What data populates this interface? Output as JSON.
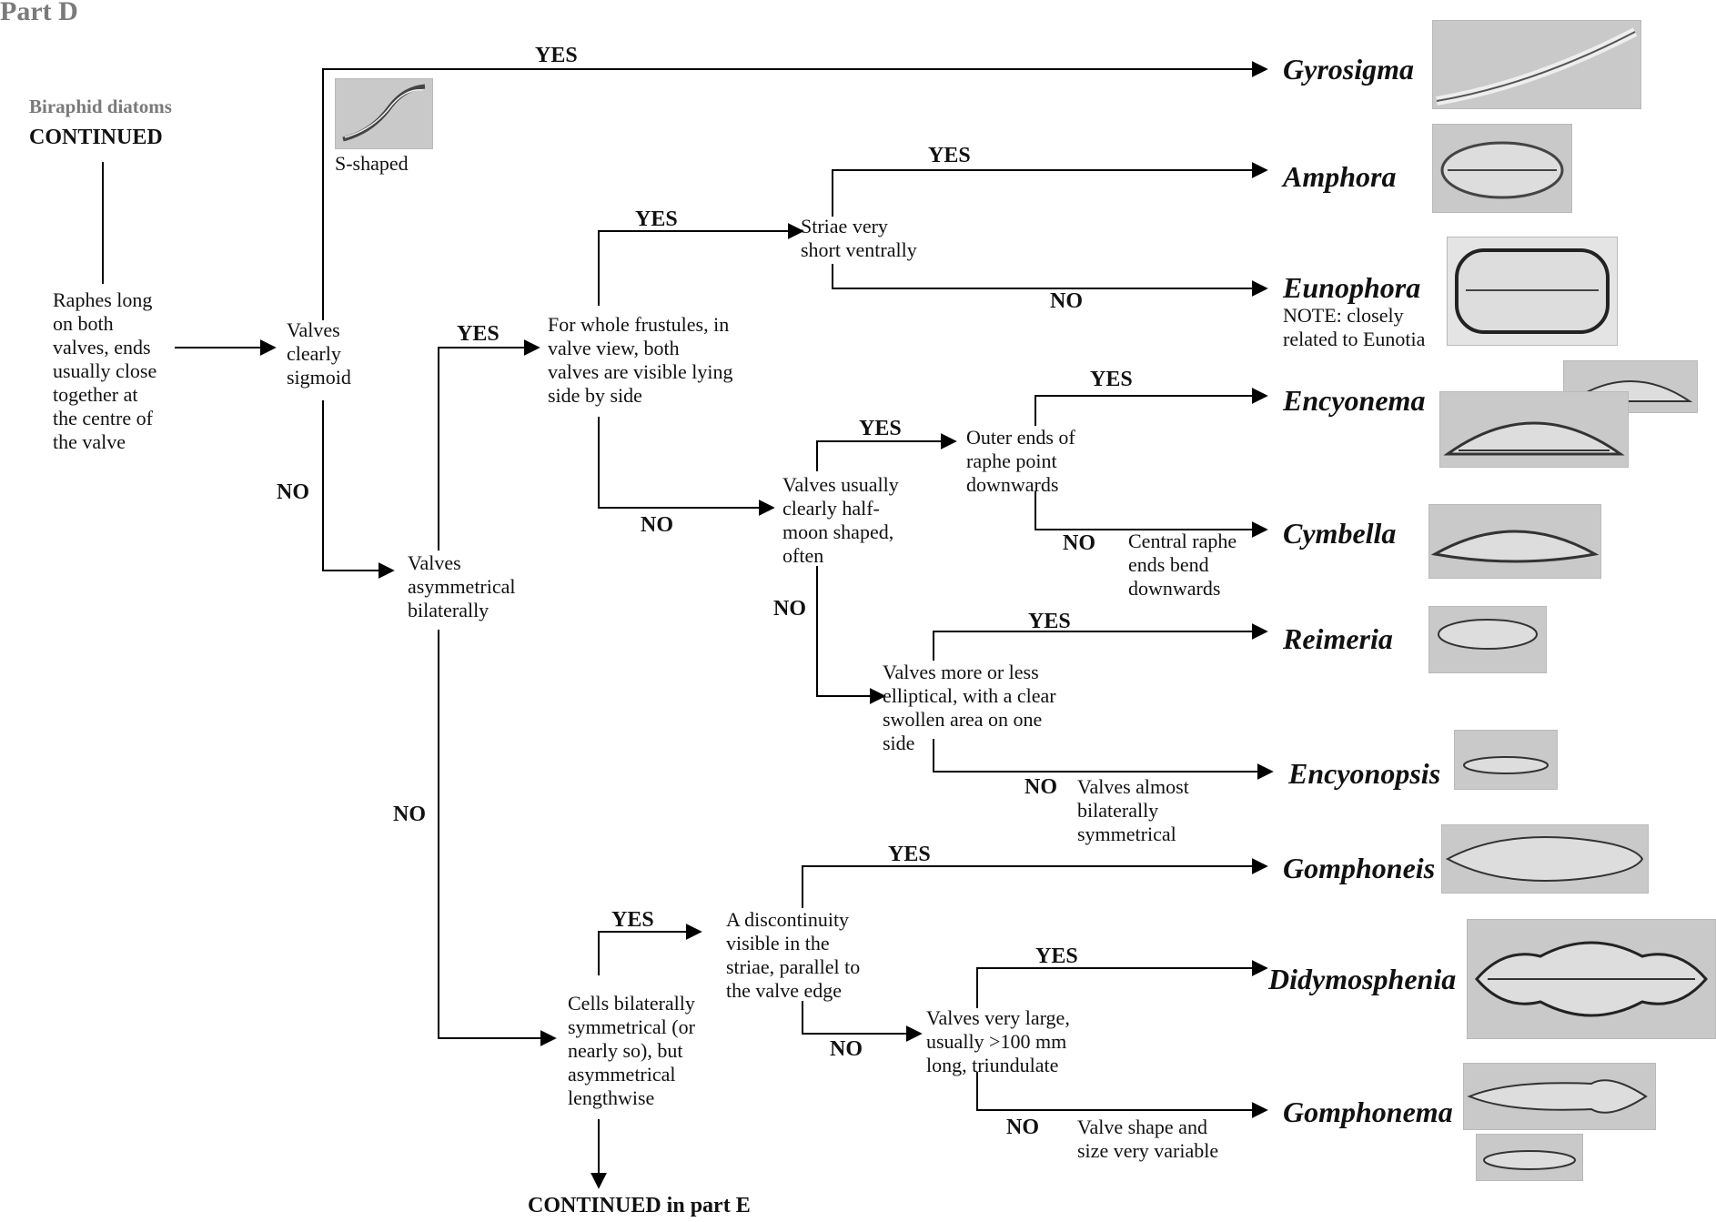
{
  "part_title": "Part D",
  "header": {
    "subtitle": "Biraphid diatoms",
    "continued": "CONTINUED"
  },
  "nodes": {
    "raphes": "Raphes long\non both\nvalves, ends\nusually close\ntogether at\nthe centre of\nthe valve",
    "sigmoid": "Valves\nclearly\nsigmoid",
    "s_shaped": "S-shaped",
    "asym_bilat": "Valves\nasymmetrical\nbilaterally",
    "whole_frustules": "For whole frustules, in\nvalve view, both\nvalves are visible lying\nside by side",
    "striae_short": "Striae very\nshort ventrally",
    "half_moon": "Valves usually\nclearly half-\nmoon shaped,\noften",
    "outer_ends": "Outer ends of\nraphe point\ndownwards",
    "central_raphe": "Central raphe\nends bend\ndownwards",
    "elliptical": "Valves more or less\nelliptical, with a clear\nswollen area on one\nside",
    "almost_bilat": "Valves almost\nbilaterally\nsymmetrical",
    "cells_bilat": "Cells bilaterally\nsymmetrical (or\nnearly so), but\nasymmetrical\nlengthwise",
    "discontinuity": "A discontinuity\nvisible in the\nstriae, parallel to\nthe valve edge",
    "very_large": "Valves very large,\nusually >100 mm\nlong, triundulate",
    "variable": "Valve shape and\nsize very variable",
    "eunophora_note": "NOTE: closely\nrelated to Eunotia",
    "continued_e": "CONTINUED in part E"
  },
  "yes_label": "YES",
  "no_label": "NO",
  "genera": {
    "gyrosigma": "Gyrosigma",
    "amphora": "Amphora",
    "eunophora": "Eunophora",
    "encyonema": "Encyonema",
    "cymbella": "Cymbella",
    "reimeria": "Reimeria",
    "encyonopsis": "Encyonopsis",
    "gomphoneis": "Gomphoneis",
    "didymosphenia": "Didymosphenia",
    "gomphonema": "Gomphonema"
  },
  "colors": {
    "line": "#000000",
    "title_gray": "#7a7a7a",
    "photo_bg": "#c9c9c9"
  }
}
